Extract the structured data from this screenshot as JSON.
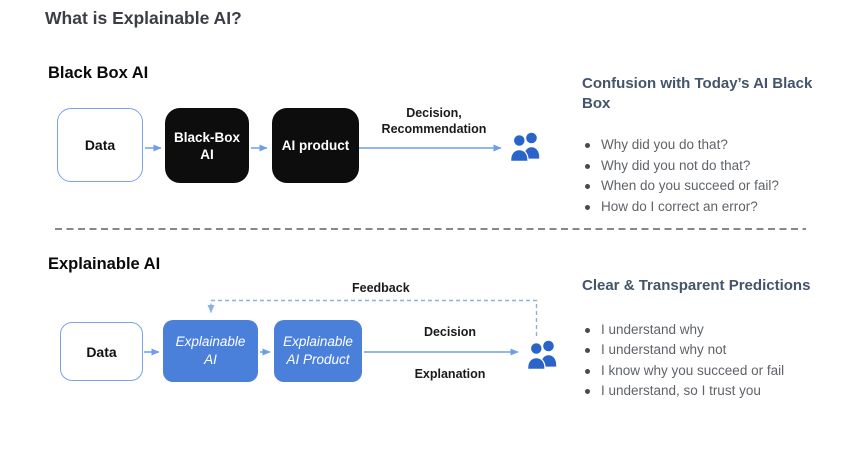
{
  "slide": {
    "title": "What is Explainable AI?"
  },
  "colors": {
    "node_blue": "#4a80d9",
    "node_black": "#0d0d0d",
    "node_border_blue": "#7ba2e6",
    "arrow_blue": "#6d9eeb",
    "feedback_dashed_blue": "#8ab0e8",
    "users_icon_blue": "#2a64c8",
    "panel_heading": "#44546a",
    "bullet_text": "#5f6368",
    "divider_gray": "#888888"
  },
  "icons": {
    "users": "users-icon"
  },
  "black_box": {
    "heading": "Black Box AI",
    "data_node": "Data",
    "ai_node": "Black-Box\nAI",
    "product_node": "AI product",
    "output_label": "Decision,\nRecommendation",
    "panel": {
      "heading": "Confusion with Today’s AI Black Box",
      "bullets": [
        "Why did you do that?",
        "Why did you not do that?",
        "When do you succeed or fail?",
        "How do I correct an error?"
      ]
    }
  },
  "explainable": {
    "heading": "Explainable AI",
    "data_node": "Data",
    "ai_node": "Explainable\nAI",
    "product_node": "Explainable\nAI Product",
    "feedback_label": "Feedback",
    "decision_label": "Decision",
    "explanation_label": "Explanation",
    "panel": {
      "heading": "Clear & Transparent Predictions",
      "bullets": [
        "I understand why",
        "I understand why not",
        "I know why you succeed or fail",
        "I understand, so I trust you"
      ]
    }
  }
}
